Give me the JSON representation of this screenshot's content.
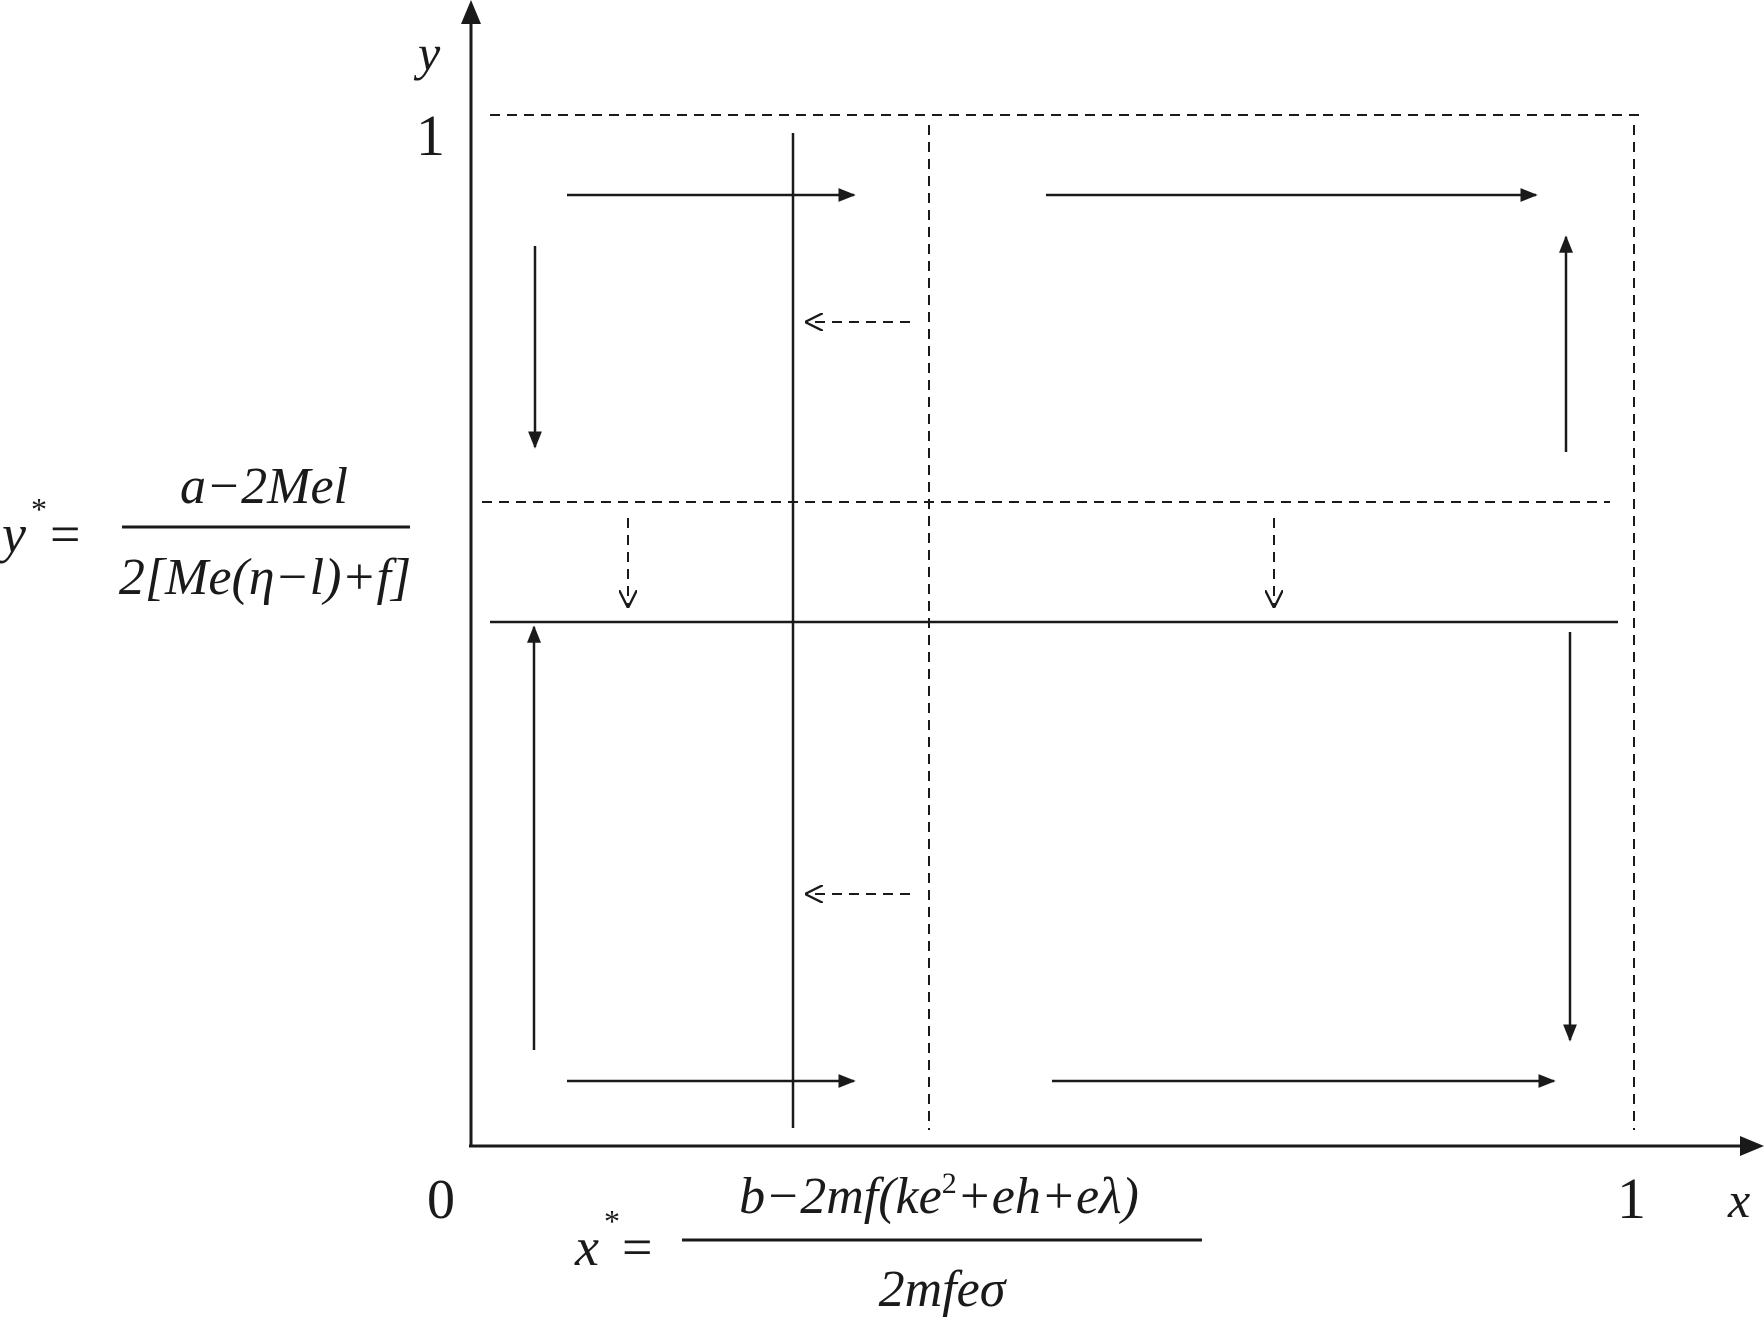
{
  "axes": {
    "x_label": "x",
    "y_label": "y",
    "origin_label": "0",
    "x_one_label": "1",
    "y_one_label": "1"
  },
  "y_star": {
    "lhs": "y",
    "sup": "*",
    "eq": "=",
    "numerator": "a−2Mel",
    "denominator": "2[Me(η−l)+f]"
  },
  "x_star": {
    "lhs": "x",
    "sup": "*",
    "eq": "=",
    "numerator_main": "b−2mf(ke",
    "numerator_sup": "2",
    "numerator_rest": "+eh+eλ)",
    "denominator": "2mfeσ"
  },
  "colors": {
    "ink": "#1a1a1a",
    "background": "#ffffff"
  }
}
